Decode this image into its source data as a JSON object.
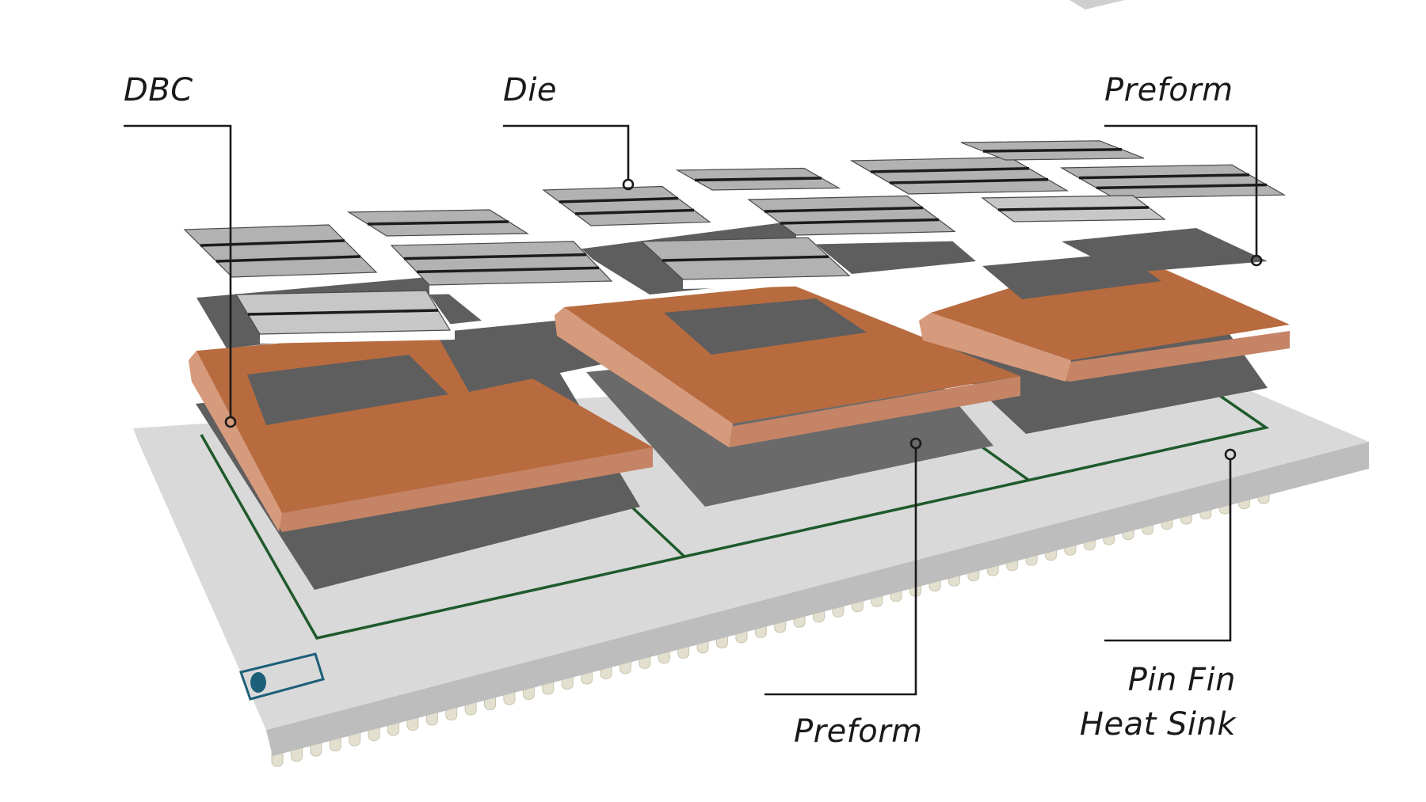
{
  "diagram": {
    "type": "exploded-view",
    "subject": "power module stack",
    "labels": {
      "dbc": "DBC",
      "die": "Die",
      "preform_top": "Preform",
      "preform_bottom": "Preform",
      "heat_sink_line1": "Pin Fin",
      "heat_sink_line2": "Heat Sink"
    },
    "layers_top_to_bottom": [
      "Die",
      "Preform",
      "DBC",
      "Preform",
      "Pin Fin Heat Sink"
    ],
    "colors": {
      "copper": "#b86b3f",
      "preform": "#5e5e5e",
      "die": "#b2b2b2",
      "heat_sink": "#d9d9d9",
      "trace": "#1f5a2c",
      "pins": "#e3e0cf",
      "logo": "#1d5f78",
      "leader": "#1a1a1a"
    }
  }
}
